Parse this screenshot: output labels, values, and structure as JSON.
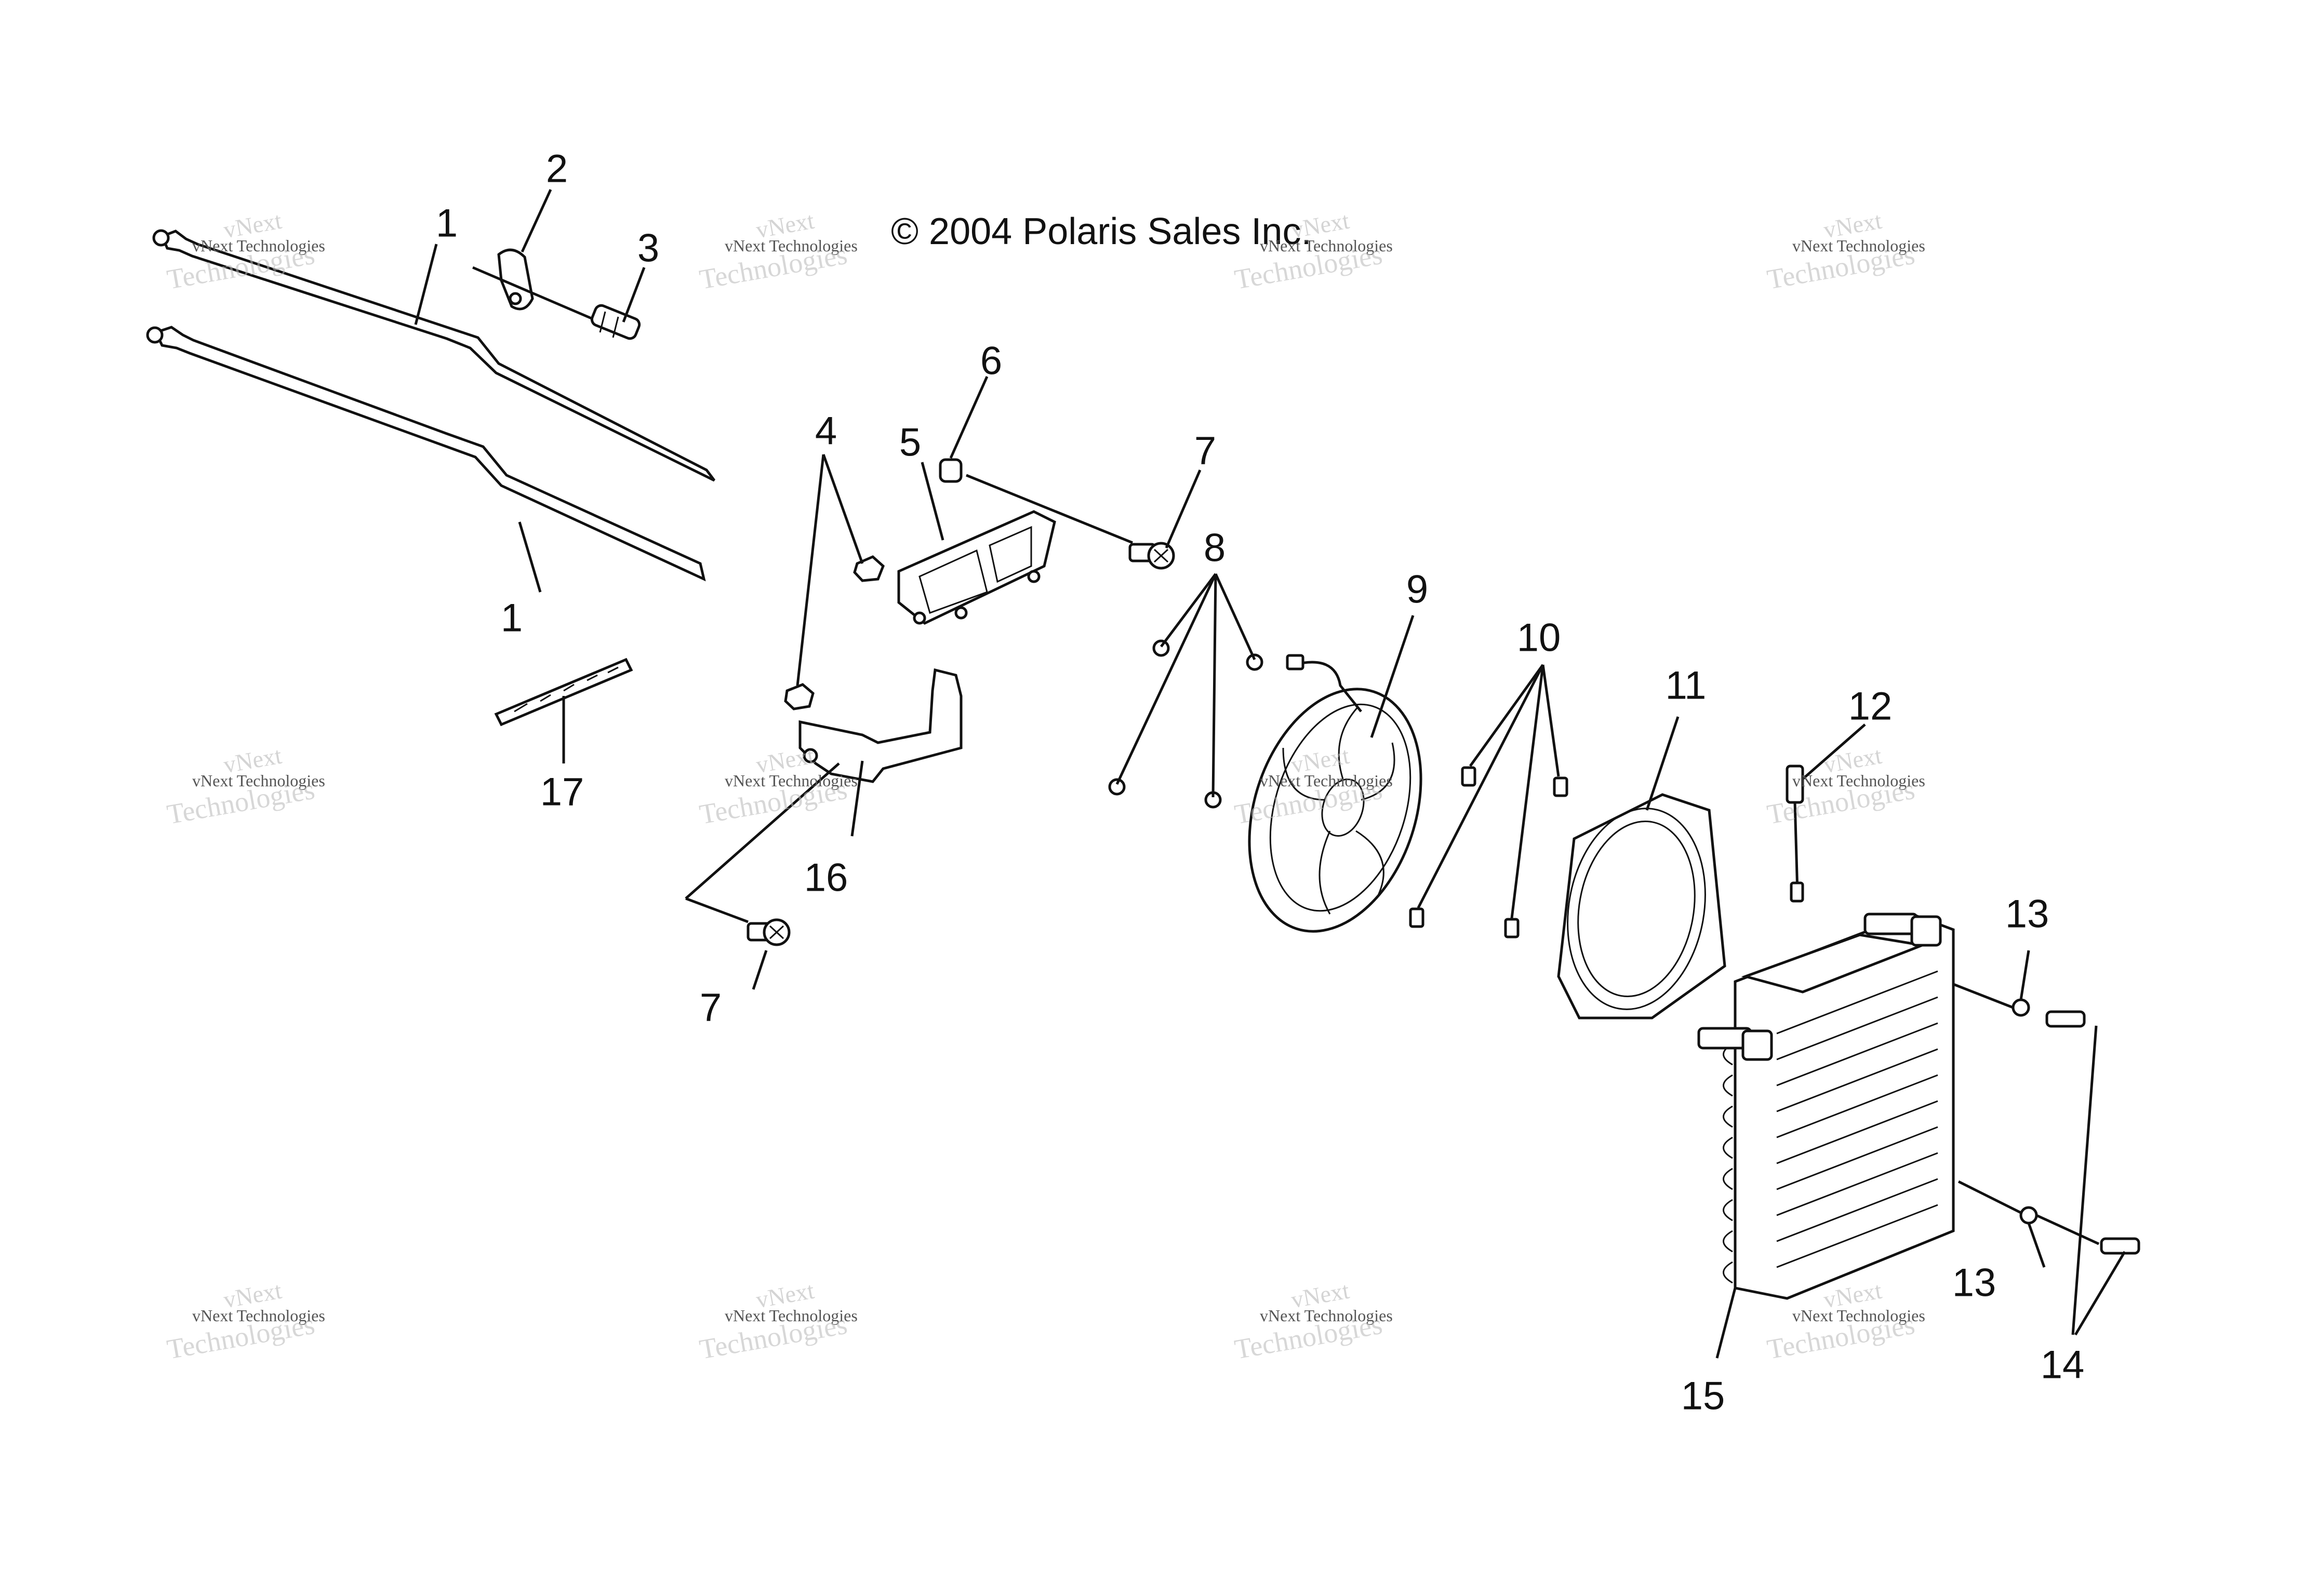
{
  "copyright": "© 2004 Polaris Sales Inc.",
  "watermark": {
    "line1": "vNext",
    "line2": "vNext Technologies",
    "line3": "Technologies"
  },
  "callouts": {
    "c1a": "1",
    "c1b": "1",
    "c2": "2",
    "c3": "3",
    "c4": "4",
    "c5": "5",
    "c6": "6",
    "c7a": "7",
    "c7b": "7",
    "c8": "8",
    "c9": "9",
    "c10": "10",
    "c11": "11",
    "c12": "12",
    "c13a": "13",
    "c13b": "13",
    "c14": "14",
    "c15": "15",
    "c16": "16",
    "c17": "17"
  }
}
